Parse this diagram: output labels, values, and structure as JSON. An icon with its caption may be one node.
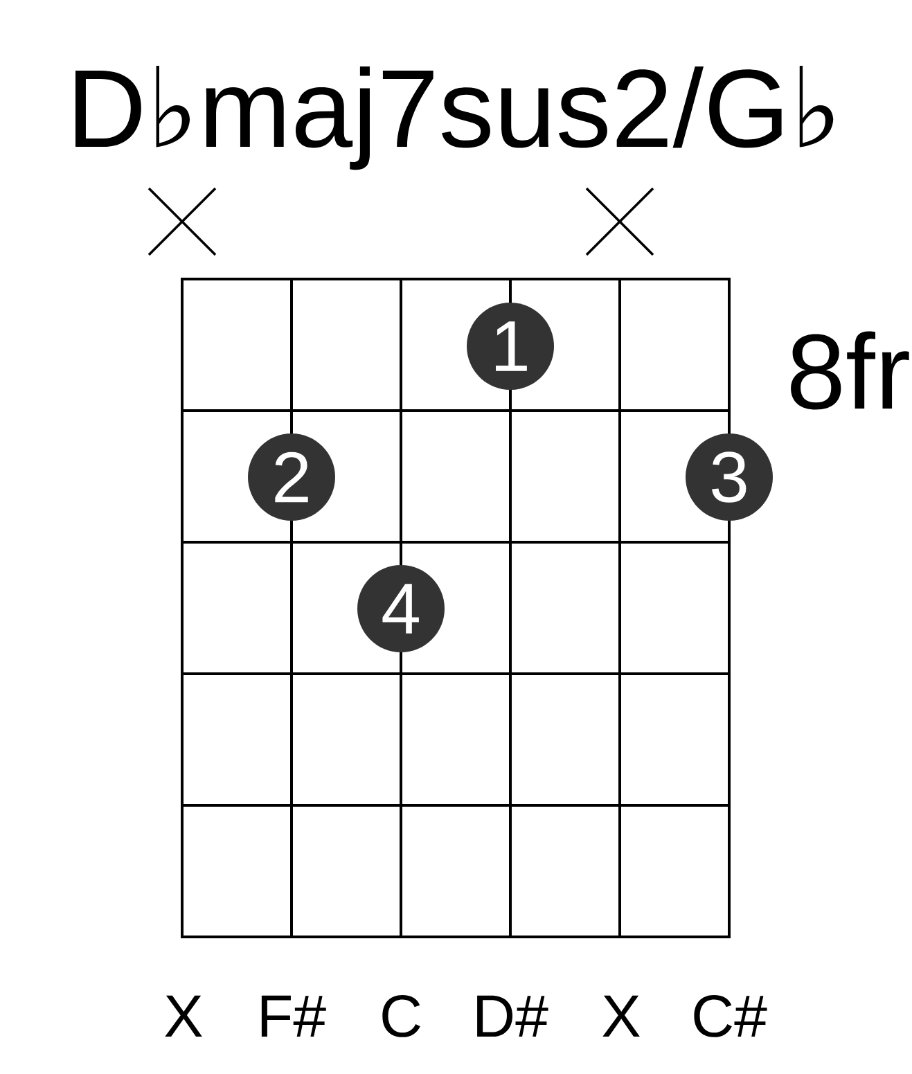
{
  "diagram": {
    "title": "D♭maj7sus2/G♭",
    "nodes": [
      {
        "text": [
          "1"
        ]
      },
      {
        "text": [
          "2"
        ]
      },
      {
        "text": [
          "3"
        ]
      },
      {
        "text": [
          "4"
        ]
      }
    ],
    "labels": [
      "8fr",
      "X",
      "F#",
      "C",
      "D#",
      "X",
      "C#"
    ]
  }
}
